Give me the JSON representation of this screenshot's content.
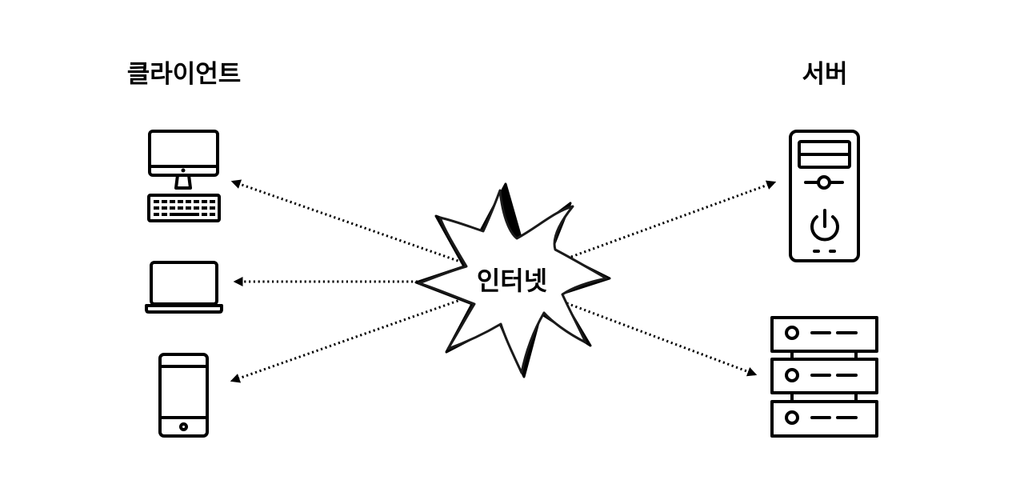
{
  "diagram": {
    "clients_heading": "클라이언트",
    "servers_heading": "서버",
    "internet_label": "인터넷",
    "client_devices": [
      {
        "icon": "desktop-computer-icon"
      },
      {
        "icon": "laptop-icon"
      },
      {
        "icon": "tablet-icon"
      }
    ],
    "server_devices": [
      {
        "icon": "tower-server-icon"
      },
      {
        "icon": "rack-server-icon"
      }
    ],
    "connections": [
      {
        "from": "internet",
        "to": "desktop-computer"
      },
      {
        "from": "internet",
        "to": "laptop"
      },
      {
        "from": "internet",
        "to": "tablet"
      },
      {
        "from": "internet",
        "to": "tower-server"
      },
      {
        "from": "internet",
        "to": "rack-server"
      }
    ],
    "line_style": "dotted-arrow",
    "color": "#000000"
  }
}
